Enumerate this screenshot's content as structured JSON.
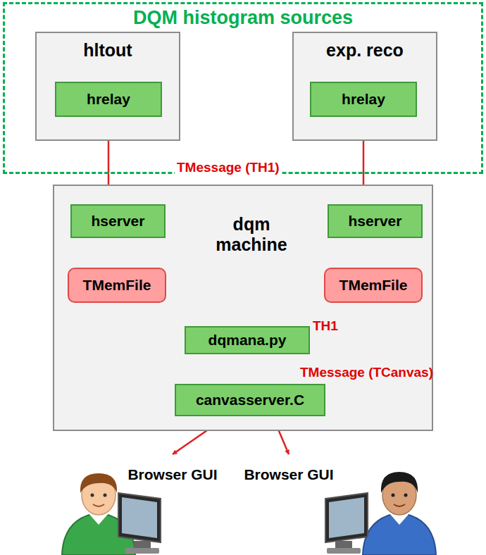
{
  "diagram": {
    "nodes": [
      {
        "text": [
          "DQM histogram sources"
        ]
      },
      {
        "text": [
          "hltout"
        ],
        "in": 0
      },
      {
        "text": [
          "hrelay"
        ],
        "in": 1
      },
      {
        "text": [
          "exp. reco"
        ],
        "in": 0
      },
      {
        "text": [
          "hrelay"
        ],
        "in": 3
      },
      {
        "text": [
          "dqm machine"
        ]
      },
      {
        "text": [
          "hserver"
        ],
        "in": 5
      },
      {
        "text": [
          "hserver"
        ],
        "in": 5
      },
      {
        "text": [
          "TMemFile"
        ],
        "in": 5
      },
      {
        "text": [
          "TMemFile"
        ],
        "in": 5
      },
      {
        "text": [
          "dqmana.py"
        ],
        "in": 5
      },
      {
        "text": [
          "canvasserver.C"
        ],
        "in": 5
      },
      {
        "text": [
          "Browser GUI"
        ]
      },
      {
        "text": [
          "Browser GUI"
        ]
      }
    ],
    "edges": [
      {
        "from": 2,
        "to": 6,
        "arrow": "to"
      },
      {
        "from": 4,
        "to": 7,
        "arrow": "to"
      },
      {
        "from": 6,
        "to": 8,
        "arrow": "to"
      },
      {
        "from": 7,
        "to": 9,
        "arrow": "to"
      },
      {
        "from": 8,
        "to": 10,
        "arrow": "to"
      },
      {
        "from": 9,
        "to": 10,
        "arrow": "to"
      },
      {
        "from": 10,
        "to": 11,
        "arrow": "to"
      },
      {
        "from": 11,
        "to": 12,
        "arrow": "to"
      },
      {
        "from": 11,
        "to": 13,
        "arrow": "to"
      }
    ],
    "labels": [
      "TMessage (TH1)",
      "TH1",
      "TMessage (TCanvas)"
    ]
  }
}
